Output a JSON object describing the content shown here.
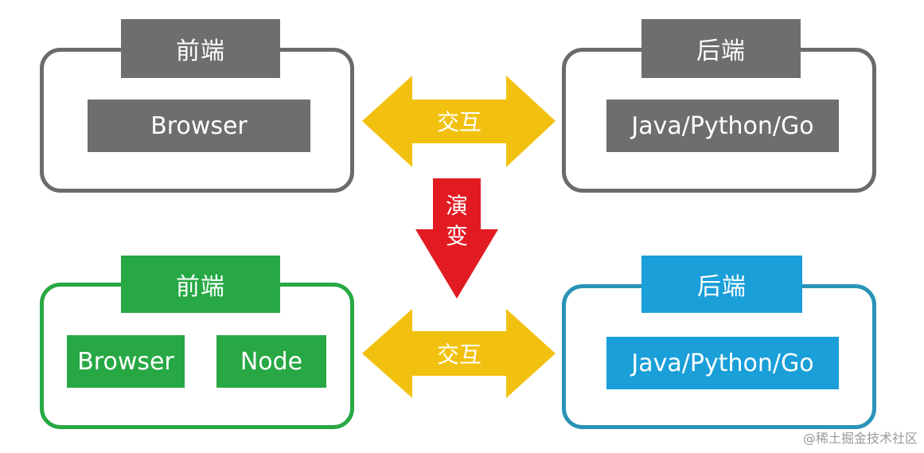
{
  "colors": {
    "old_frame": "#6b6b6b",
    "old_fill": "#6e6e6e",
    "frontend_new": "#27a844",
    "backend_new": "#1a9fd9",
    "backend_new_border": "#2a93b8",
    "interaction_arrow": "#f2c10f",
    "evolution_arrow": "#e21b23"
  },
  "top": {
    "frontend": {
      "title": "前端",
      "items": [
        "Browser"
      ]
    },
    "interaction_label": "交互",
    "backend": {
      "title": "后端",
      "item": "Java/Python/Go"
    }
  },
  "evolution": {
    "label_chars": [
      "演",
      "变"
    ]
  },
  "bottom": {
    "frontend": {
      "title": "前端",
      "items": [
        "Browser",
        "Node"
      ]
    },
    "interaction_label": "交互",
    "backend": {
      "title": "后端",
      "item": "Java/Python/Go"
    }
  },
  "watermark": "@稀土掘金技术社区"
}
